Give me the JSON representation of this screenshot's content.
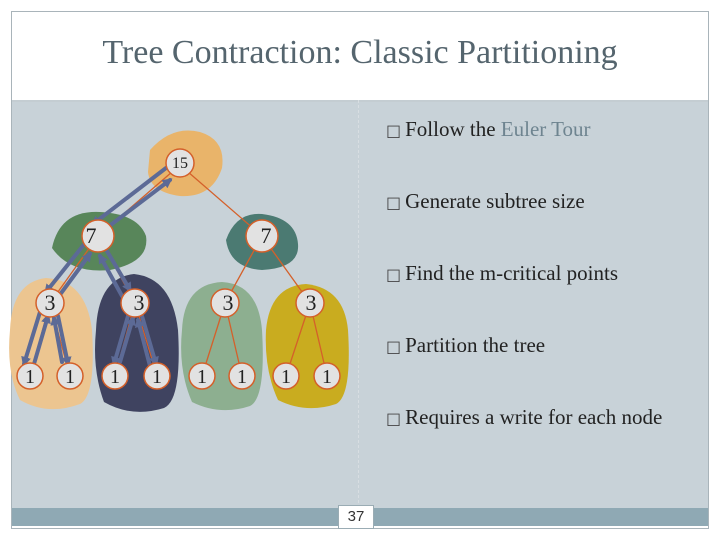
{
  "title": "Tree Contraction: Classic Partitioning",
  "page_number": "37",
  "bullets": [
    {
      "marker": "□",
      "before": "Follow the ",
      "highlight": "Euler Tour",
      "after": ""
    },
    {
      "marker": "□",
      "before": "Generate subtree size",
      "highlight": "",
      "after": ""
    },
    {
      "marker": "□",
      "before": "Find the m-critical points",
      "highlight": "",
      "after": ""
    },
    {
      "marker": "□",
      "before": "Partition the tree",
      "highlight": "",
      "after": ""
    },
    {
      "marker": "□",
      "before": "Requires a write for each node",
      "highlight": "",
      "after": ""
    }
  ],
  "tree": {
    "root_label": "15",
    "level2_labels": [
      "7",
      "7"
    ],
    "level3_labels": [
      "3",
      "3",
      "3",
      "3"
    ],
    "leaf_labels": [
      "1",
      "1",
      "1",
      "1",
      "1",
      "1",
      "1",
      "1"
    ]
  },
  "colors": {
    "node_fill": "#e2e2e2",
    "node_stroke": "#d4602a",
    "edge": "#d4602a",
    "arrow": "#5c6a96",
    "root_region": "#e9b46a",
    "left_region": "#58865a",
    "right_region": "#4b7a72",
    "leaf_regions": [
      "#ecc590",
      "#3f4360",
      "#8daf90",
      "#c9ac1f"
    ]
  }
}
